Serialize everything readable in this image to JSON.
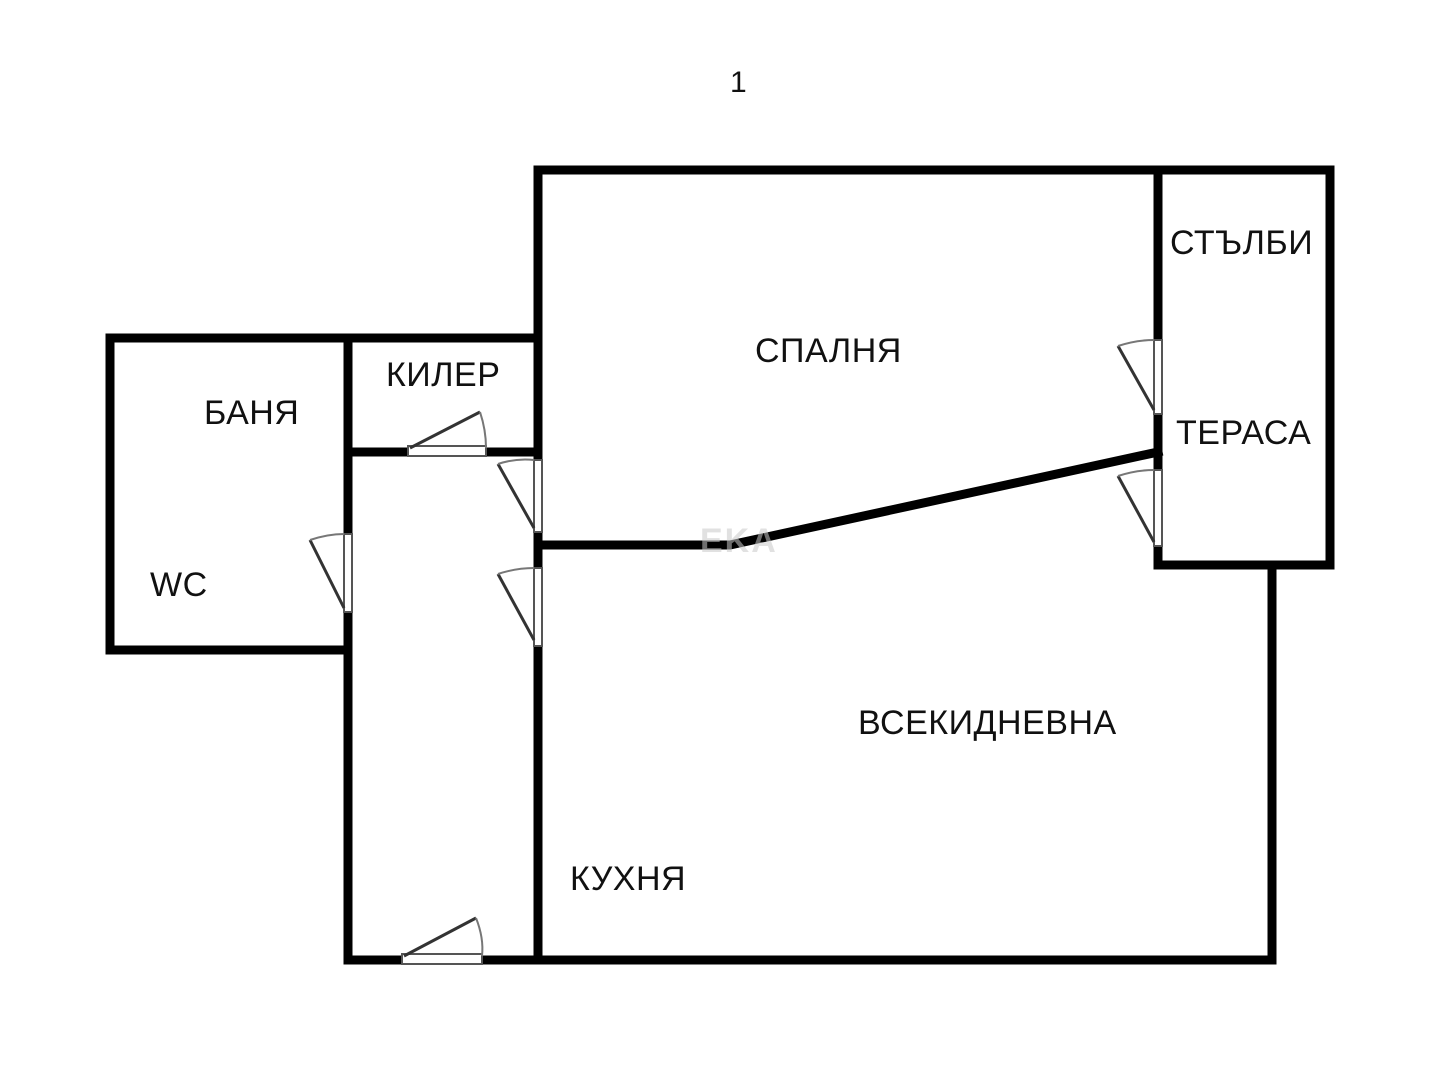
{
  "floor_label": "1",
  "rooms": {
    "stairs": "СТЪЛБИ",
    "bedroom": "СПАЛНЯ",
    "pantry": "КИЛЕР",
    "bathroom": "БАНЯ",
    "terrace": "ТЕРАСА",
    "wc": "WC",
    "living_room": "ВСЕКИДНЕВНА",
    "kitchen": "КУХНЯ"
  },
  "watermark": "EKA",
  "colors": {
    "wall": "#000000",
    "background": "#ffffff",
    "text": "#111111",
    "door_swing": "#888888"
  }
}
